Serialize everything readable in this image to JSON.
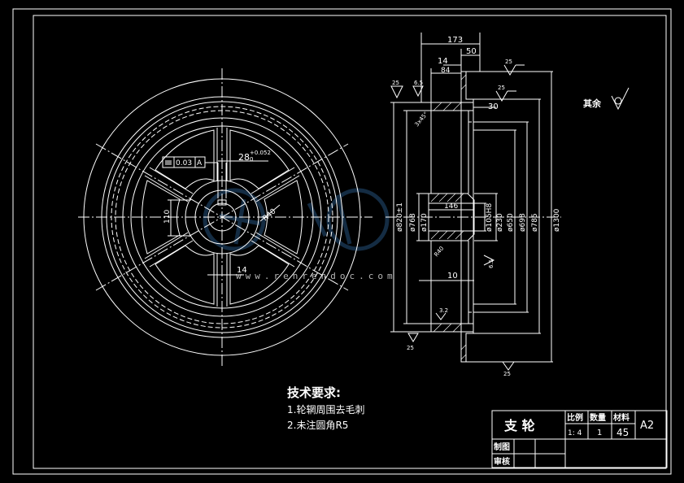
{
  "front_view": {
    "keyway_width": "28",
    "keyway_tol": "+0.052",
    "keyway_tol_low": "0",
    "symmetry_tol": "0.03",
    "datum_ref": "A",
    "hub_height": "110",
    "spoke_width": "14",
    "fillet_radius": "R40",
    "datum_label": "A"
  },
  "section_view": {
    "overall_width": "173",
    "rim_width": "50",
    "web_thickness": "14",
    "rim_offset": "84",
    "hub_length": "146",
    "hub_step": "10",
    "web_gap": "30",
    "dia_outer": "ø1300",
    "dia_785": "ø785",
    "dia_698": "ø698",
    "dia_650": "ø650",
    "dia_230": "ø230",
    "dia_105": "ø105H8",
    "dia_820": "ø820±1",
    "dia_768": "ø768",
    "dia_170": "ø170",
    "chamfer_1": "3x45°",
    "chamfer_2": "R40",
    "rough_1": "25",
    "rough_2": "25",
    "rough_3": "25",
    "rough_4": "25",
    "rough_5": "25",
    "rough_6": "6.5",
    "rough_7": "6.5",
    "rough_8": "3.2"
  },
  "roughness_note": "其余",
  "tech_requirements": {
    "title": "技术要求:",
    "item1": "1.轮辋周围去毛刺",
    "item2": "2.未注圆角R5"
  },
  "title_block": {
    "part_name": "支  轮",
    "scale_label": "比例",
    "scale_value": "1: 4",
    "qty_label": "数量",
    "qty_value": "1",
    "material_label": "材料",
    "material_value": "45",
    "sheet_size": "A2",
    "drawn_by": "制图",
    "checked_by": "审核"
  },
  "watermark": "www.renrendoc.com",
  "colors": {
    "background": "#000000",
    "lines": "#ffffff",
    "centerline": "#ffffff"
  }
}
